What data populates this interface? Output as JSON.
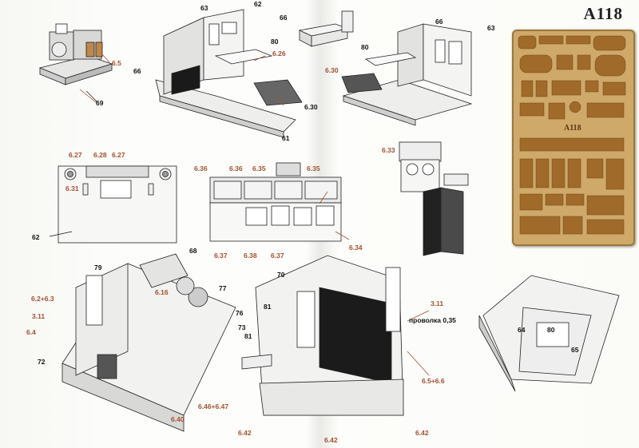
{
  "sheet": {
    "code": "A118"
  },
  "fret": {
    "code": "A118"
  },
  "labels": {
    "p63a": "63",
    "p62a": "62",
    "p66a": "66",
    "p80a": "80",
    "p626": "6.26",
    "p630a": "6.30",
    "p61": "61",
    "p66b": "66",
    "p66c": "66",
    "p63b": "63",
    "p80b": "80",
    "p630b": "6.30",
    "p65": "6.5",
    "p69": "69",
    "p627a": "6.27",
    "p628": "6.28",
    "p627b": "6.27",
    "p631": "6.31",
    "p62b": "62",
    "p636a": "6.36",
    "p636b": "6.36",
    "p635a": "6.35",
    "p635b": "6.35",
    "p637a": "6.37",
    "p638": "6.38",
    "p637b": "6.37",
    "p634": "6.34",
    "p633": "6.33",
    "p79": "79",
    "p68": "68",
    "p623": "6.2+6.3",
    "p616": "6.16",
    "p77": "77",
    "p311a": "3.11",
    "p76": "76",
    "p64": "6.4",
    "p72": "72",
    "p640": "6.40",
    "p70": "70",
    "p81a": "81",
    "p73": "73",
    "p81b": "81",
    "p311b": "3.11",
    "wire": "проволка 0,35",
    "p6566": "6.5+6.6",
    "p646": "6.46+6.47",
    "p642a": "6.42",
    "p642b": "6.42",
    "p642c": "6.42",
    "v64": "64",
    "v80": "80",
    "v65": "65"
  },
  "colors": {
    "part_label": "#a2502e",
    "ref_label": "#111111",
    "fret": "#cfa96a",
    "etch": "#a06a2a"
  }
}
